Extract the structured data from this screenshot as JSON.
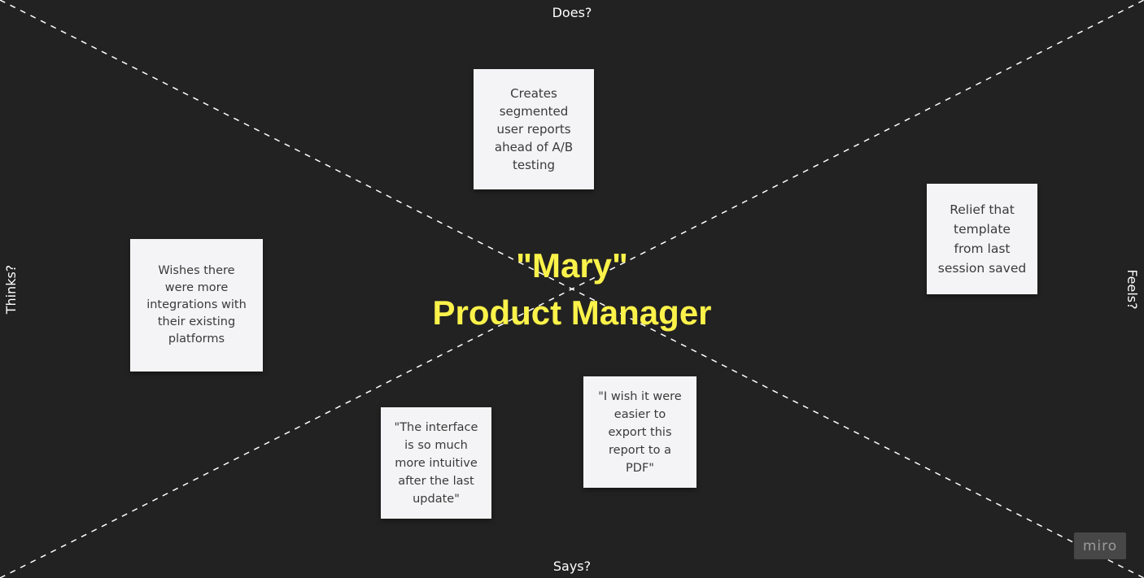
{
  "quadrants": {
    "top": "Does?",
    "bottom": "Says?",
    "left": "Thinks?",
    "right": "Feels?"
  },
  "center": {
    "name": "\"Mary\"",
    "role": "Product Manager"
  },
  "stickies": {
    "does": "Creates\nsegmented\nuser reports\nahead of A/B\ntesting",
    "thinks": "Wishes there\nwere more\nintegrations with\ntheir existing\nplatforms",
    "feels": "Relief that\ntemplate\nfrom last\nsession saved",
    "says_1": "\"The interface\nis so much\nmore intuitive\nafter the last\nupdate\"",
    "says_2": "\"I wish it were\neasier to\nexport this\nreport to a\nPDF\""
  },
  "logo": {
    "text": "miro"
  },
  "colors": {
    "background": "#222222",
    "title": "#fbf24a",
    "sticky": "#f4f4f6",
    "lines": "#ffffff"
  }
}
